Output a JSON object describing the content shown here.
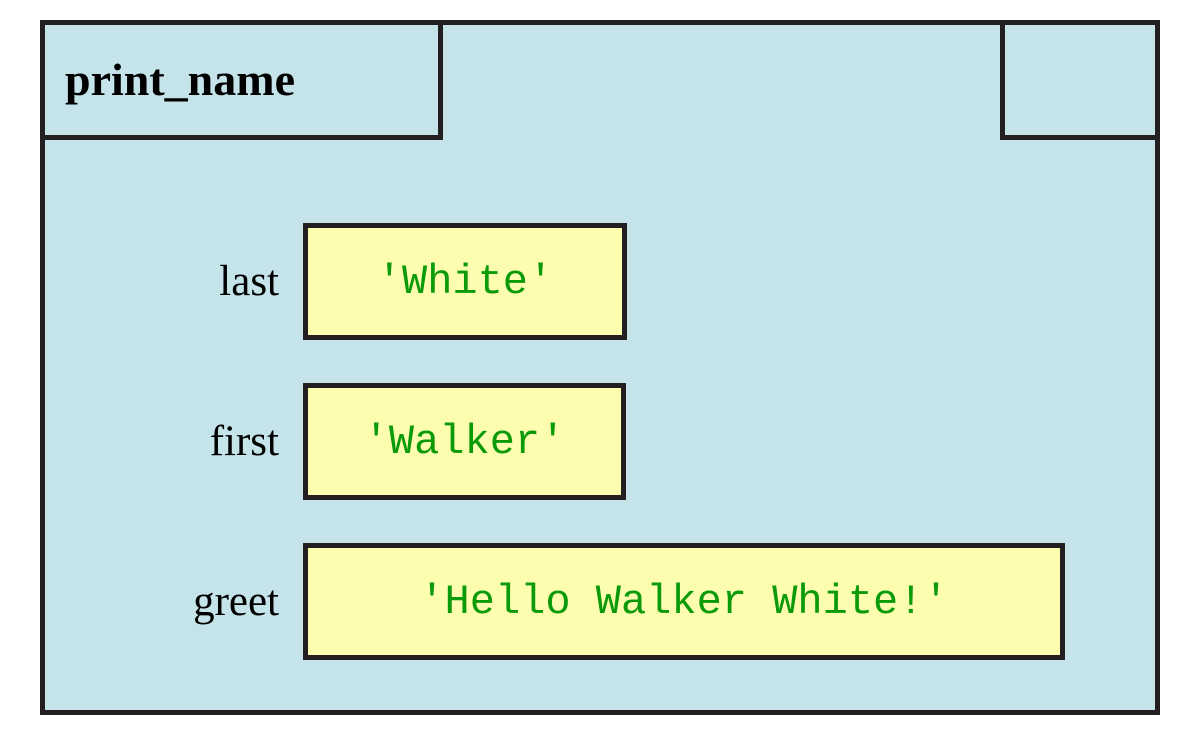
{
  "frame": {
    "title": "print_name",
    "header_slot_label": "",
    "background_color": "#c5e4ea",
    "border_color": "#231f20",
    "variables": [
      {
        "name": "last",
        "value": "'White'",
        "box_color": "#fdfdaf",
        "value_color": "#0a9a0a",
        "width_class": "short"
      },
      {
        "name": "first",
        "value": "'Walker'",
        "box_color": "#fdfdaf",
        "value_color": "#0a9a0a",
        "width_class": "medium"
      },
      {
        "name": "greet",
        "value": "'Hello Walker White!'",
        "box_color": "#fdfdaf",
        "value_color": "#0a9a0a",
        "width_class": "long"
      }
    ]
  }
}
